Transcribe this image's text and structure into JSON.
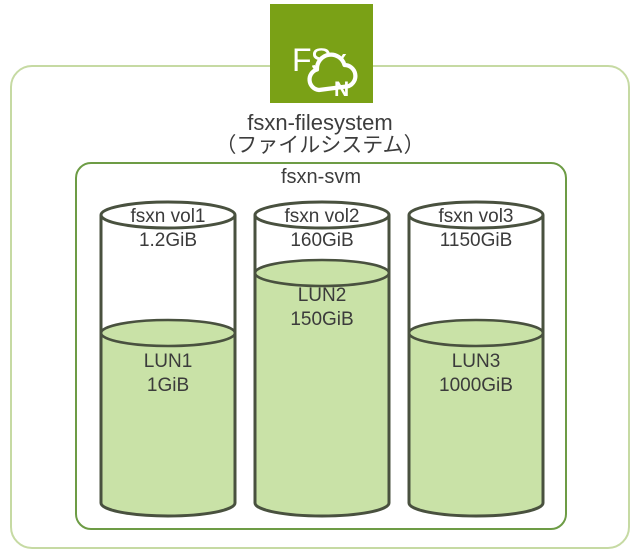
{
  "icon": {
    "name": "amazon-fsx-for-netapp-ontap",
    "fsx_label": "FSx",
    "n_label": "N",
    "color": "#7aa116"
  },
  "filesystem": {
    "name": "fsxn-filesystem",
    "name_ja": "（ファイルシステム）"
  },
  "svm": {
    "name": "fsxn-svm"
  },
  "volumes": [
    {
      "name": "fsxn vol1",
      "size": "1.2GiB",
      "lun_name": "LUN1",
      "lun_size": "1GiB",
      "fill_percent": 59
    },
    {
      "name": "fsxn vol2",
      "size": "160GiB",
      "lun_name": "LUN2",
      "lun_size": "150GiB",
      "fill_percent": 80
    },
    {
      "name": "fsxn vol3",
      "size": "1150GiB",
      "lun_name": "LUN3",
      "lun_size": "1000GiB",
      "fill_percent": 59
    }
  ],
  "colors": {
    "icon_green": "#7aa116",
    "outer_border": "#c6daa3",
    "inner_border": "#6d9c45",
    "cylinder_stroke": "#49513f",
    "lun_fill": "#c9e2a7",
    "text": "#3b3b3b"
  }
}
